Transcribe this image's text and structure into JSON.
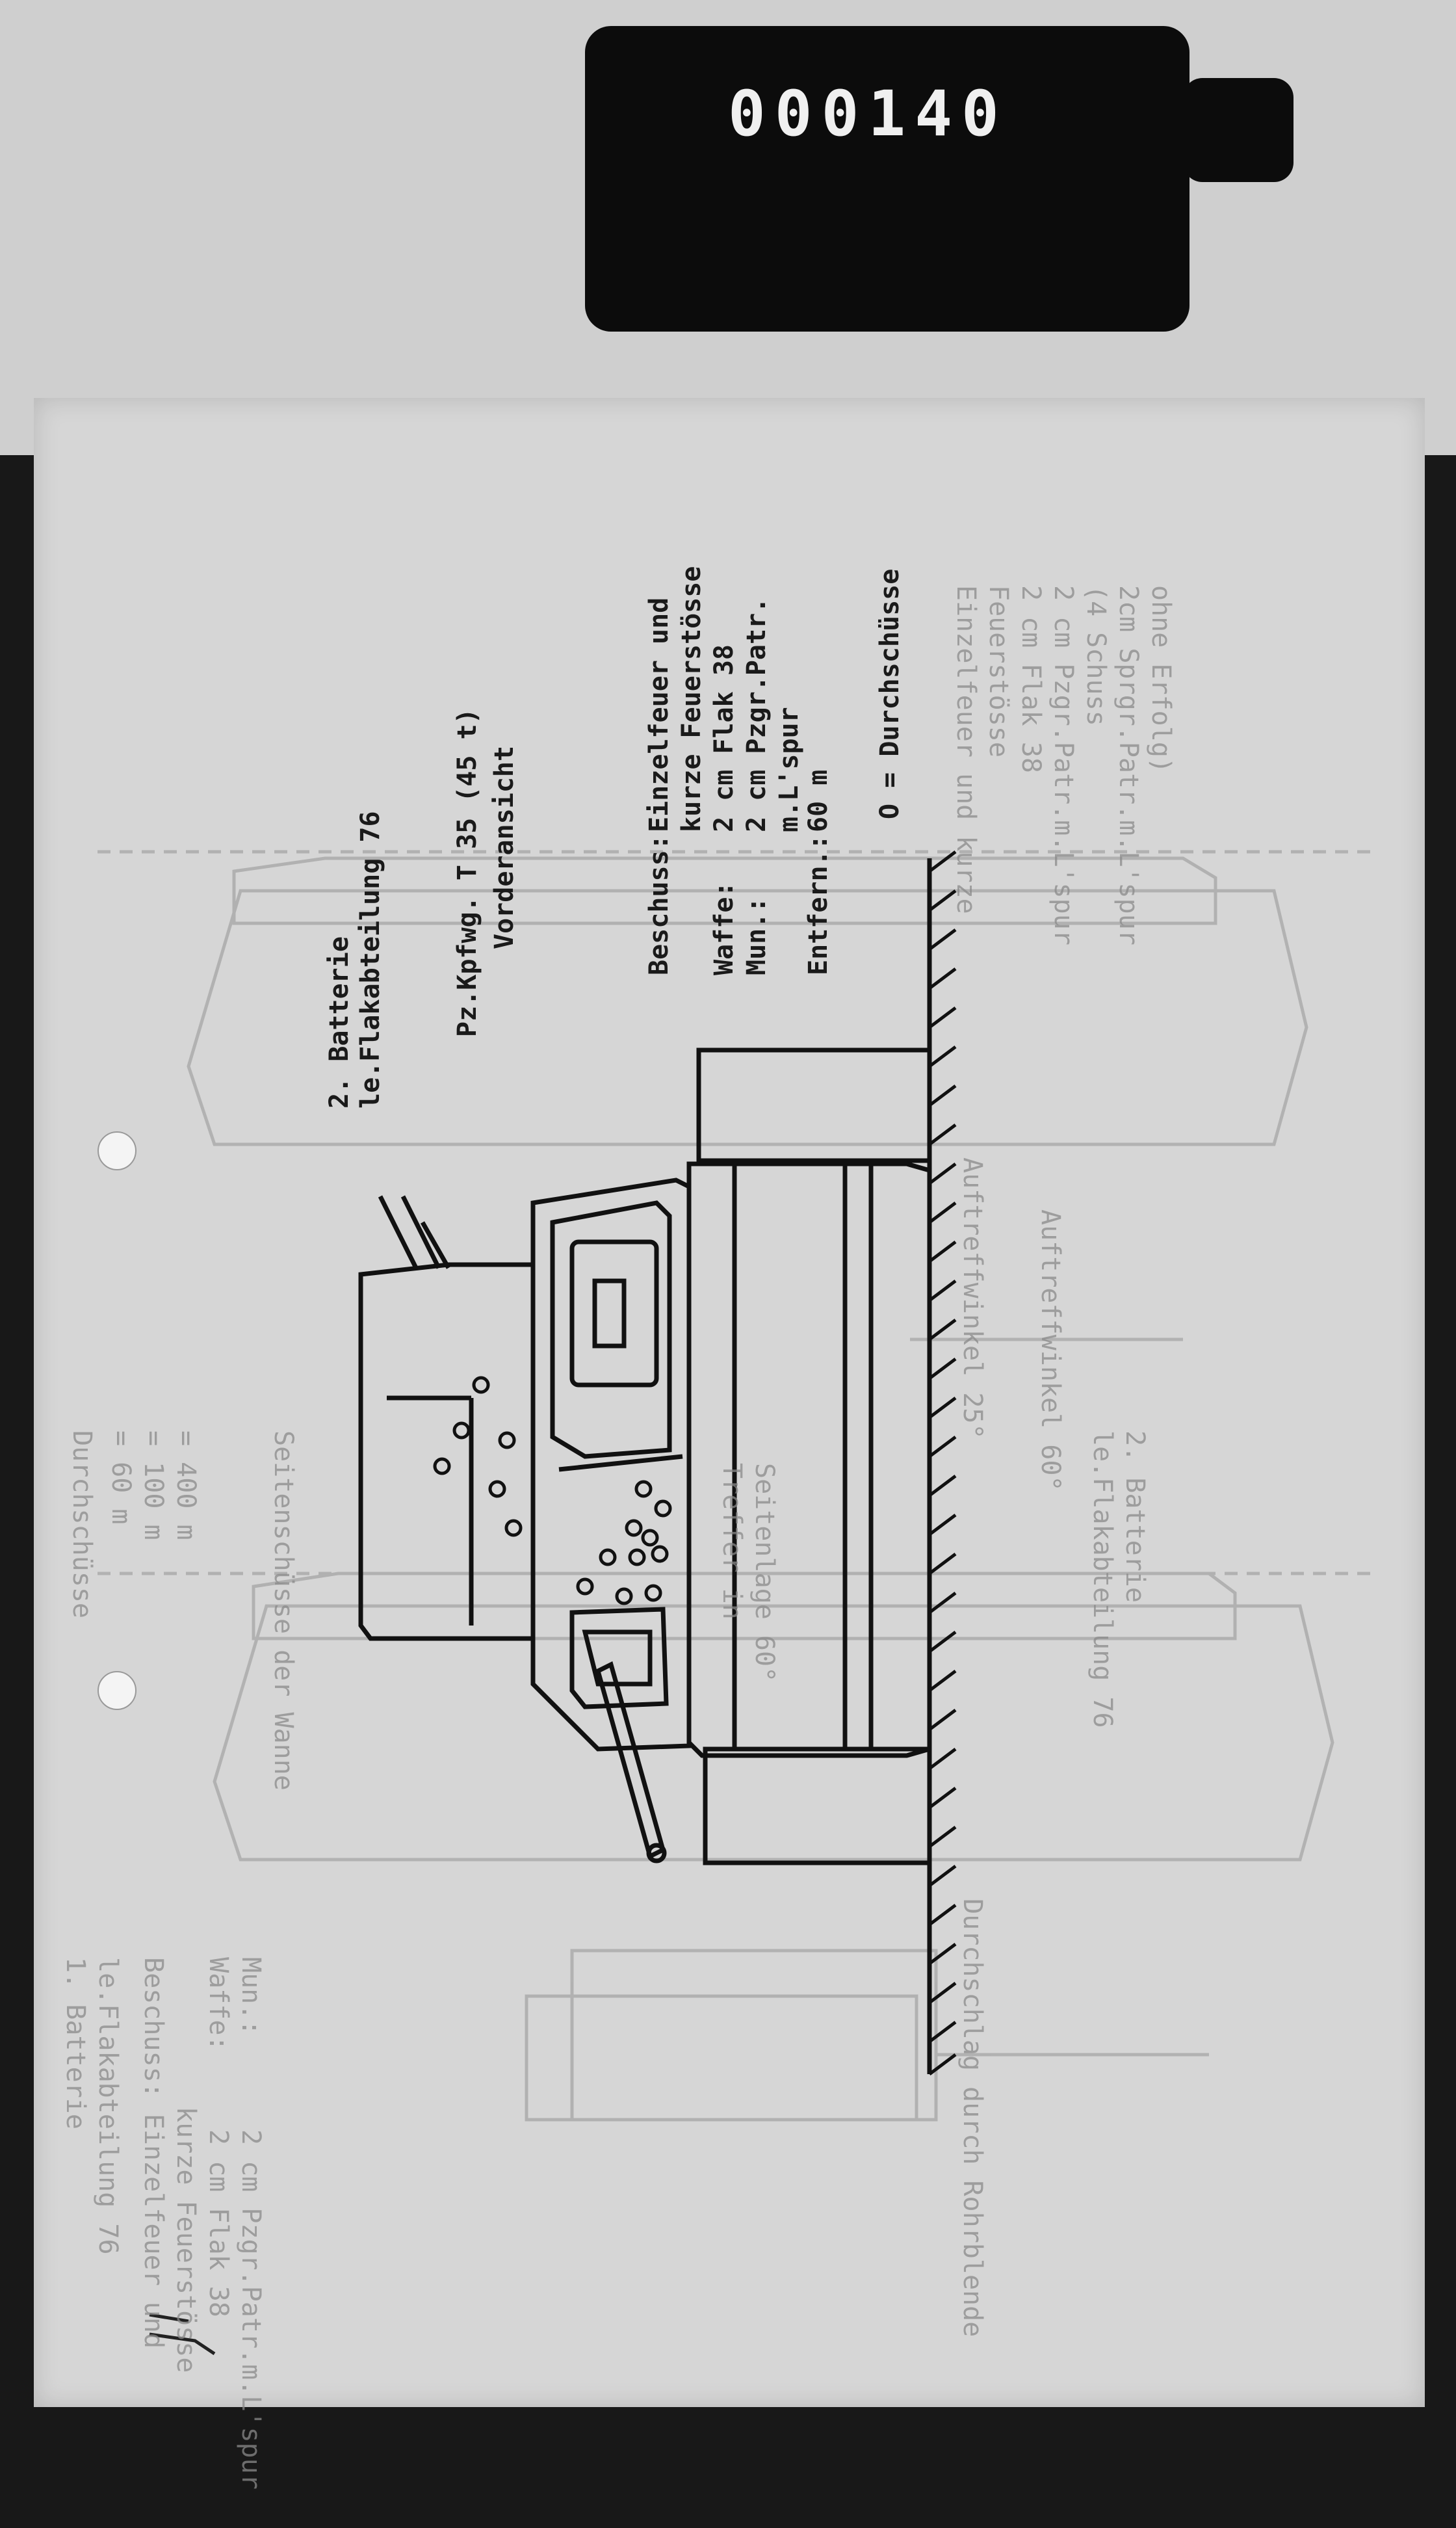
{
  "counter": "000140",
  "header": {
    "battery": "2. Batterie",
    "unit": "le.Flakabteilung 76",
    "vehicle": "Pz.Kpfwg. T 35 (45 t)",
    "view": "Vorderansicht"
  },
  "firing": {
    "beschuss_label": "Beschuss:",
    "beschuss_value_1": "Einzelfeuer und",
    "beschuss_value_2": "kurze Feuerstösse",
    "waffe_label": "Waffe:",
    "waffe_value": "2 cm Flak 38",
    "mun_label": "Mun.:",
    "mun_value_1": "2 cm Pzgr.Patr.",
    "mun_value_2": "m.L'spur",
    "entfern_label": "Entfern.:",
    "entfern_value": "60 m",
    "legend": "O = Durchschüsse"
  },
  "ghost_text": {
    "bottom_1": "1. Batterie",
    "bottom_2": "le.Flakabteilung 76",
    "bottom_3": "Beschuss: Einzelfeuer und",
    "bottom_4": "kurze Feuerstösse",
    "bottom_5": "Waffe:     2 cm Flak 38",
    "bottom_6": "Mun.:      2 cm Pzgr.Patr.m.L'spur",
    "bottom_7": "Durchschlag durch Rohrblende",
    "top_1": "Einzelfeuer und kurze",
    "top_2": "Feuerstösse",
    "top_3": "2 cm Flak 38",
    "top_4": "2 cm Pzgr.Patr.m.L'spur",
    "top_5": "(4 Schuss",
    "top_6": "2cm Sprgr.Patr.m.L'spur",
    "top_7": "ohne Erfolg)",
    "mid_1": "Auftreffwinkel 25°",
    "mid_2": "Auftreffwinkel 60°",
    "mid_3": "le.Flakabteilung 76",
    "mid_4": "2. Batterie",
    "mid_5": "Seitenschüsse der Wanne",
    "mid_6": "Durchschüsse",
    "mid_7": "= 60 m",
    "mid_8": "= 100 m",
    "mid_9": "= 400 m",
    "mid_10": "Treffer in",
    "mid_11": "Seitenlage 60°"
  }
}
